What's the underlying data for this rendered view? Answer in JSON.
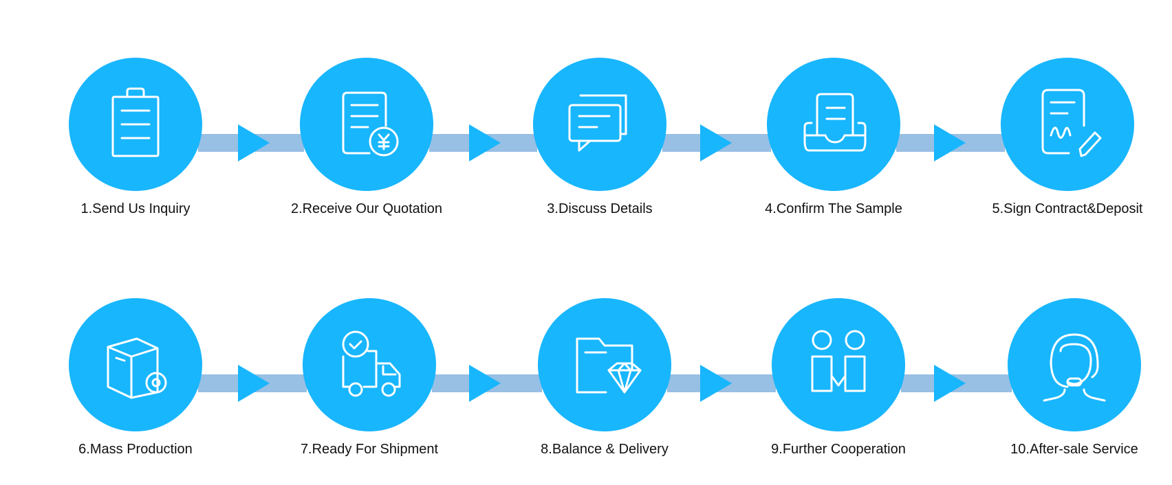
{
  "colors": {
    "circle": "#18B6FD",
    "connector": "#98BFE4",
    "arrow": "#18B6FD",
    "text": "#111111"
  },
  "rows": [
    {
      "steps": [
        {
          "label": "1.Send Us Inquiry",
          "icon": "clipboard-icon"
        },
        {
          "label": "2.Receive Our Quotation",
          "icon": "quotation-icon"
        },
        {
          "label": "3.Discuss Details",
          "icon": "chat-icon"
        },
        {
          "label": "4.Confirm The Sample",
          "icon": "sample-tray-icon"
        },
        {
          "label": "5.Sign Contract&Deposit",
          "icon": "contract-sign-icon"
        }
      ]
    },
    {
      "steps": [
        {
          "label": "6.Mass Production",
          "icon": "box-gear-icon"
        },
        {
          "label": "7.Ready For Shipment",
          "icon": "truck-icon"
        },
        {
          "label": "8.Balance & Delivery",
          "icon": "folder-diamond-icon"
        },
        {
          "label": "9.Further Cooperation",
          "icon": "people-icon"
        },
        {
          "label": "10.After-sale Service",
          "icon": "headset-icon"
        }
      ]
    }
  ]
}
